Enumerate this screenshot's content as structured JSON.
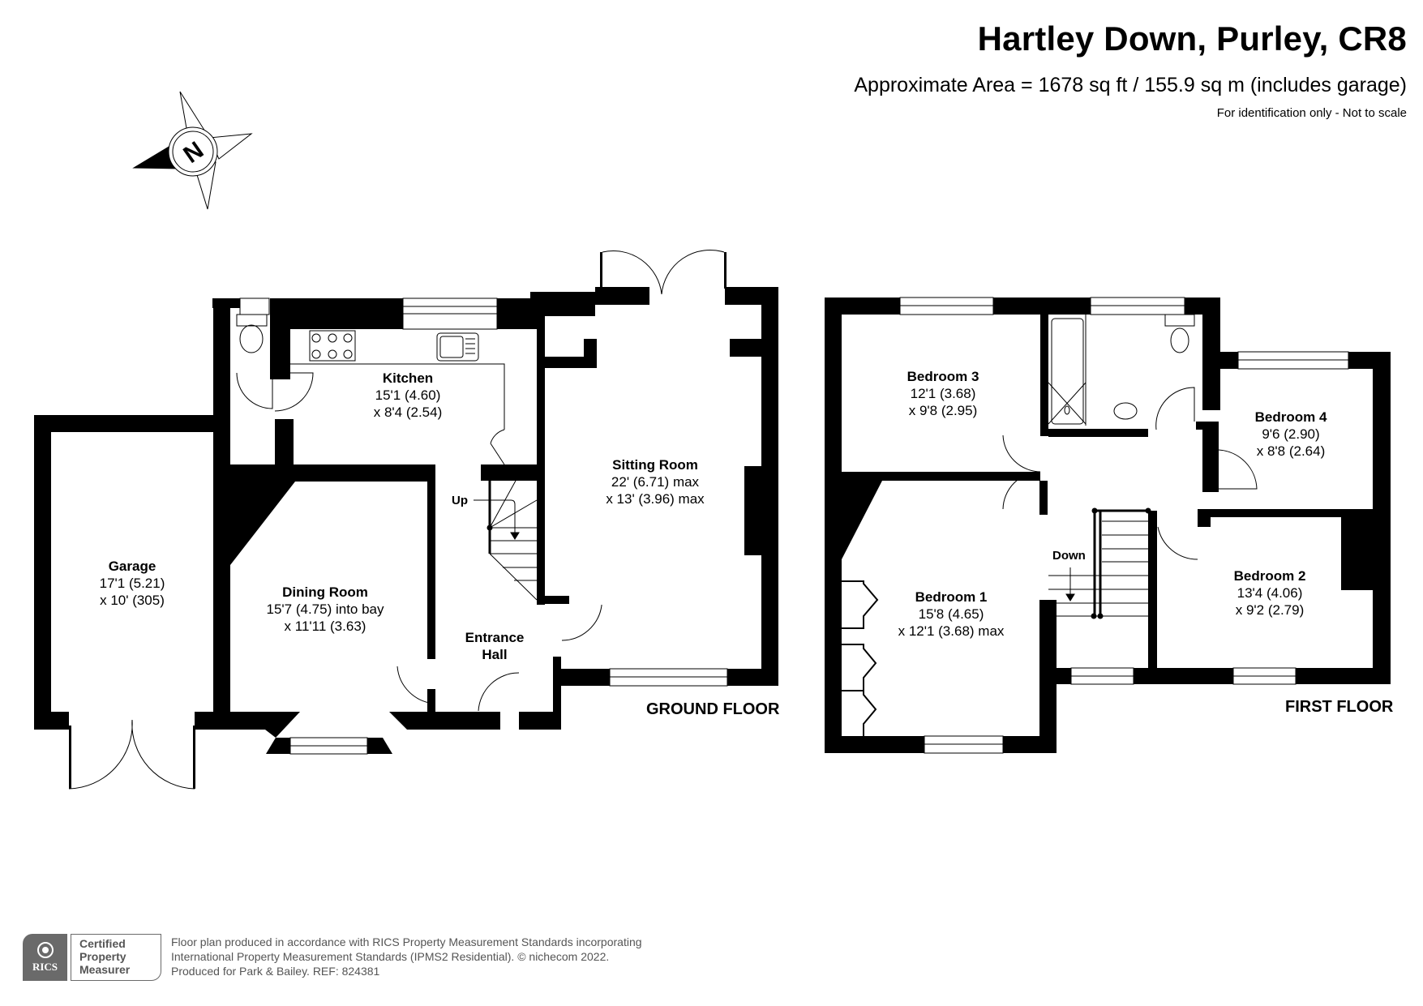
{
  "header": {
    "title": "Hartley Down, Purley, CR8",
    "area": "Approximate Area = 1678 sq ft / 155.9 sq m (includes garage)",
    "note": "For identification only - Not to scale"
  },
  "compass": {
    "letter": "N",
    "icon": "north-compass-icon"
  },
  "ground_floor": {
    "label": "GROUND FLOOR",
    "stairs_label": "Up",
    "rooms": [
      {
        "name": "Garage",
        "dim1": "17'1 (5.21)",
        "dim2": "x 10' (305)"
      },
      {
        "name": "Kitchen",
        "dim1": "15'1 (4.60)",
        "dim2": "x 8'4 (2.54)"
      },
      {
        "name": "Dining Room",
        "dim1": "15'7 (4.75) into bay",
        "dim2": "x 11'11 (3.63)"
      },
      {
        "name": "Sitting Room",
        "dim1": "22' (6.71) max",
        "dim2": "x 13' (3.96) max"
      },
      {
        "name": "Entrance",
        "dim1": "Hall",
        "dim2": ""
      }
    ]
  },
  "first_floor": {
    "label": "FIRST FLOOR",
    "stairs_label": "Down",
    "rooms": [
      {
        "name": "Bedroom 3",
        "dim1": "12'1 (3.68)",
        "dim2": "x 9'8 (2.95)"
      },
      {
        "name": "Bedroom 4",
        "dim1": "9'6 (2.90)",
        "dim2": "x 8'8 (2.64)"
      },
      {
        "name": "Bedroom 1",
        "dim1": "15'8 (4.65)",
        "dim2": "x 12'1 (3.68) max"
      },
      {
        "name": "Bedroom 2",
        "dim1": "13'4 (4.06)",
        "dim2": "x 9'2 (2.79)"
      }
    ]
  },
  "footer": {
    "badge_logo": "RICS",
    "badge_line1": "Certified",
    "badge_line2": "Property",
    "badge_line3": "Measurer",
    "line1": "Floor plan produced in accordance with RICS Property Measurement Standards incorporating",
    "line2": "International Property Measurement Standards (IPMS2 Residential).   © nichecom 2022.",
    "line3": "Produced for Park & Bailey.   REF:  824381"
  },
  "colors": {
    "wall": "#000000",
    "badge_grey": "#6a6a6a",
    "footer_text": "#555555"
  }
}
